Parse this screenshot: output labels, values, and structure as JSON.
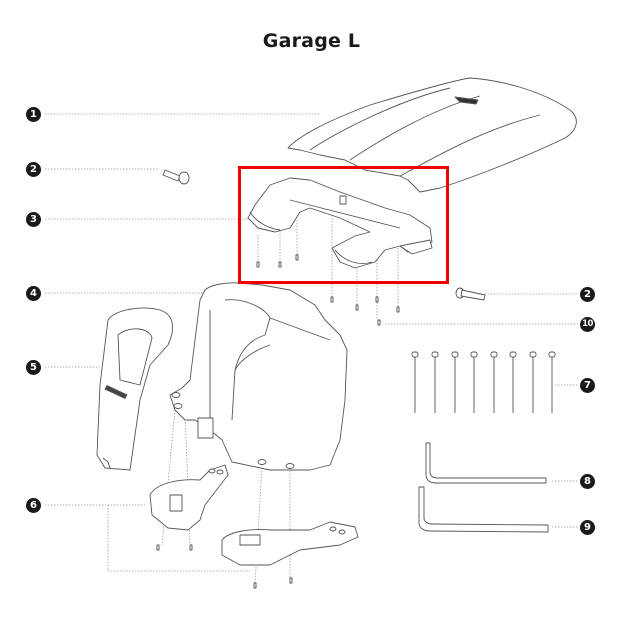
{
  "title": "Garage L",
  "highlight": {
    "color": "#ee0000",
    "target_part": "3"
  },
  "callouts": [
    {
      "number": "1",
      "part": "roof"
    },
    {
      "number": "2",
      "part": "pin-left"
    },
    {
      "number": "3",
      "part": "charging-station-bracket"
    },
    {
      "number": "4",
      "part": "main-body"
    },
    {
      "number": "5",
      "part": "front-cover"
    },
    {
      "number": "6",
      "part": "base-plates"
    },
    {
      "number": "2",
      "part": "pin-right"
    },
    {
      "number": "10",
      "part": "small-screw"
    },
    {
      "number": "7",
      "part": "ground-pegs"
    },
    {
      "number": "8",
      "part": "allen-key-short"
    },
    {
      "number": "9",
      "part": "allen-key-long"
    }
  ],
  "colors": {
    "line": "#555555",
    "leader": "#9a9a9a",
    "callout_bg": "#1a1a1a"
  }
}
